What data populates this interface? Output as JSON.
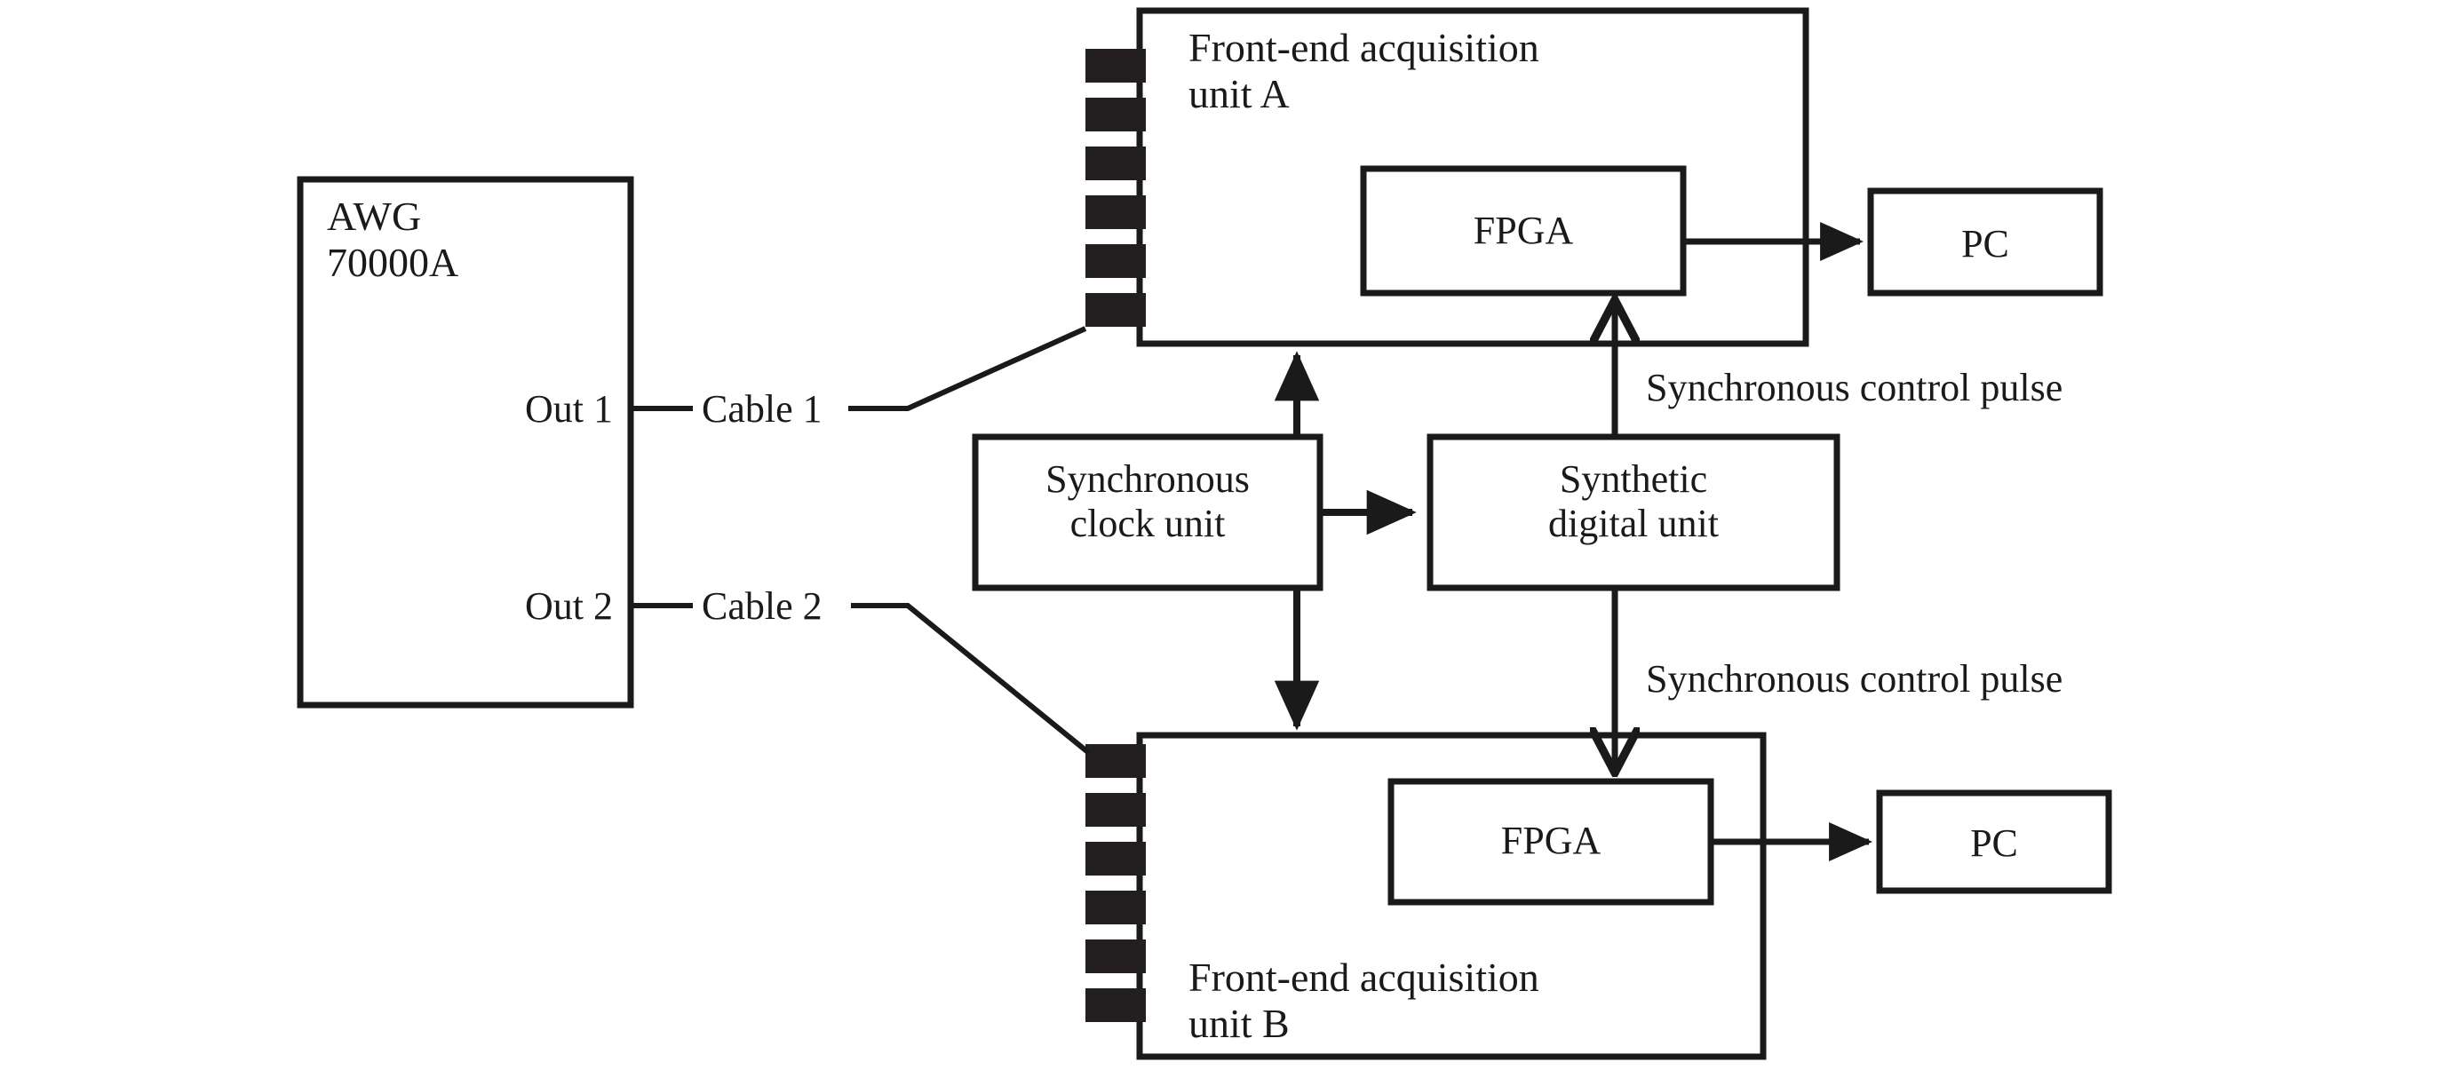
{
  "diagram": {
    "title": "Dual front-end acquisition synchronization block diagram",
    "type": "block-diagram",
    "colors": {
      "stroke": "#1a1a1a",
      "fill": "#ffffff",
      "connector_teeth": "#231f20",
      "background": "#ffffff"
    }
  },
  "blocks": {
    "awg": {
      "label": "AWG\n70000A",
      "ports": [
        {
          "label": "Out 1"
        },
        {
          "label": "Out 2"
        }
      ]
    },
    "frontend_a": {
      "label": "Front-end acquisition\nunit A",
      "connector_teeth": 6
    },
    "frontend_b": {
      "label": "Front-end acquisition\nunit B",
      "connector_teeth": 6
    },
    "fpga_a": {
      "label": "FPGA"
    },
    "fpga_b": {
      "label": "FPGA"
    },
    "pc_a": {
      "label": "PC"
    },
    "pc_b": {
      "label": "PC"
    },
    "sync_clock": {
      "label": "Synchronous\nclock unit"
    },
    "synthetic_digital": {
      "label": "Synthetic\ndigital unit"
    }
  },
  "connections": {
    "cable_1": {
      "label": "Cable 1",
      "from": "Out 1",
      "to": "Front-end acquisition unit A"
    },
    "cable_2": {
      "label": "Cable 2",
      "from": "Out 2",
      "to": "Front-end acquisition unit B"
    },
    "pulse_top": {
      "label": "Synchronous control pulse"
    },
    "pulse_bottom": {
      "label": "Synchronous control pulse"
    }
  }
}
